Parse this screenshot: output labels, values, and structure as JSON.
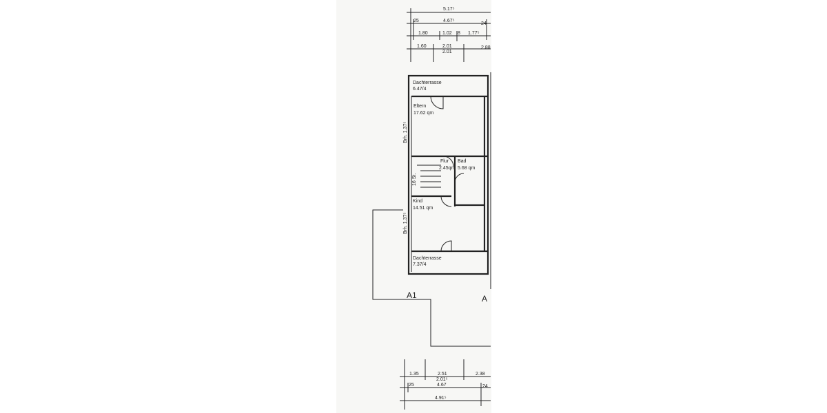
{
  "plan": {
    "top_dims": {
      "overall": "5.17⁵",
      "row2_left": "25",
      "row2_mid": "4.67⁵",
      "row2_right": "24",
      "row3_a": "1.80",
      "row3_b": "1.02",
      "row3_c": "8",
      "row3_d": "1.77⁵",
      "row4_a": "1.60",
      "row4_b": "2.01",
      "row4_b2": "2.01",
      "row4_c": "2.88"
    },
    "rooms": [
      {
        "name": "Dachterrasse",
        "area": "6.47/4"
      },
      {
        "name": "Eltern",
        "area": "17.62 qm"
      },
      {
        "name": "Flur",
        "area": "2.45qm"
      },
      {
        "name": "Bad",
        "area": "5.68 qm"
      },
      {
        "name": "Kind",
        "area": "14.51 qm"
      },
      {
        "name": "Dachterrasse",
        "area": "7.37/4"
      }
    ],
    "sill_upper": "Brh. 1.37⁵",
    "sill_lower": "Brh. 1.37⁵",
    "stairs": "16 St.",
    "section_left": "A1",
    "section_right": "A",
    "bottom_dims": {
      "row1_a": "1.35",
      "row1_b": "2.51",
      "row1_b2": "2.01⁵",
      "row1_c": "2.38",
      "row2_left": "25",
      "row2_mid": "4.67",
      "row2_right": "24",
      "row3": "4.91⁵"
    }
  }
}
